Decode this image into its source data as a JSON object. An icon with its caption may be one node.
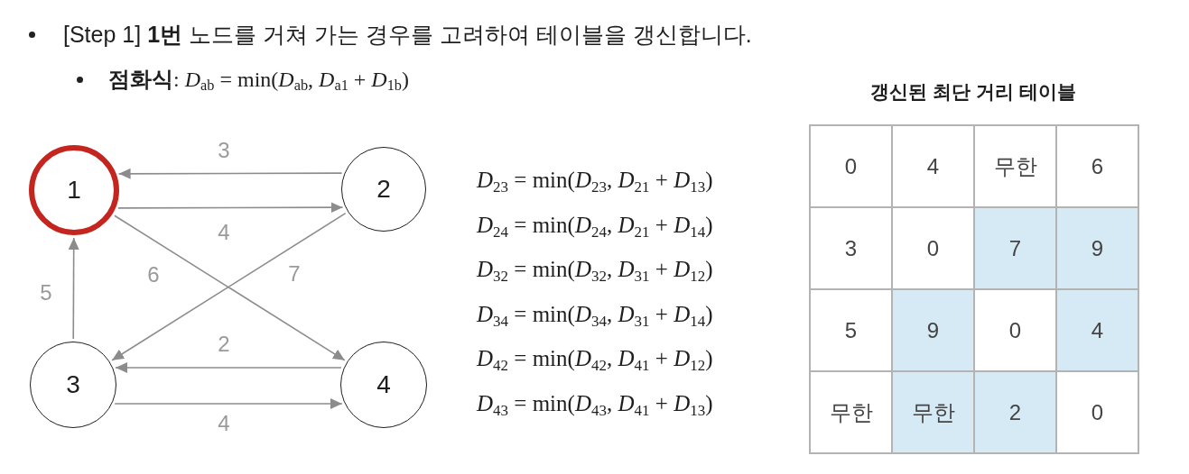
{
  "diagram": {
    "nodes": [
      {
        "text": [
          "1"
        ]
      },
      {
        "text": [
          "2"
        ]
      },
      {
        "text": [
          "3"
        ]
      },
      {
        "text": [
          "4"
        ]
      }
    ],
    "edges": [
      {
        "from": 1,
        "to": 0,
        "arrow": "to",
        "label": "3"
      },
      {
        "from": 0,
        "to": 1,
        "arrow": "to",
        "label": "4"
      },
      {
        "from": 0,
        "to": 3,
        "arrow": "to",
        "label": "6"
      },
      {
        "from": 1,
        "to": 2,
        "arrow": "to",
        "label": "7"
      },
      {
        "from": 2,
        "to": 0,
        "arrow": "to",
        "label": "5"
      },
      {
        "from": 3,
        "to": 2,
        "arrow": "to",
        "label": "2"
      },
      {
        "from": 2,
        "to": 3,
        "arrow": "to",
        "label": "4"
      }
    ],
    "labels": [
      "[Step 1] **1번** 노드를 거쳐 가는 경우를 고려하여 테이블을 갱신합니다.",
      "**점화식**: *D*$_{ab}$ = min(*D*$_{ab}$, *D*$_{a1}$ + *D*$_{1b}$)",
      "*D*$_{23}$ = min(*D*$_{23}$, *D*$_{21}$ + *D*$_{13}$)",
      "*D*$_{24}$ = min(*D*$_{24}$, *D*$_{21}$ + *D*$_{14}$)",
      "*D*$_{32}$ = min(*D*$_{32}$, *D*$_{31}$ + *D*$_{12}$)",
      "*D*$_{34}$ = min(*D*$_{34}$, *D*$_{31}$ + *D*$_{14}$)",
      "*D*$_{42}$ = min(*D*$_{42}$, *D*$_{41}$ + *D*$_{12}$)",
      "*D*$_{43}$ = min(*D*$_{43}$, *D*$_{41}$ + *D*$_{13}$)",
      "갱신된 최단 거리 테이블",
      "0",
      "4",
      "무한",
      "6",
      "3",
      "0",
      "7",
      "9",
      "5",
      "9",
      "0",
      "4",
      "무한",
      "무한",
      "2",
      "0"
    ]
  }
}
